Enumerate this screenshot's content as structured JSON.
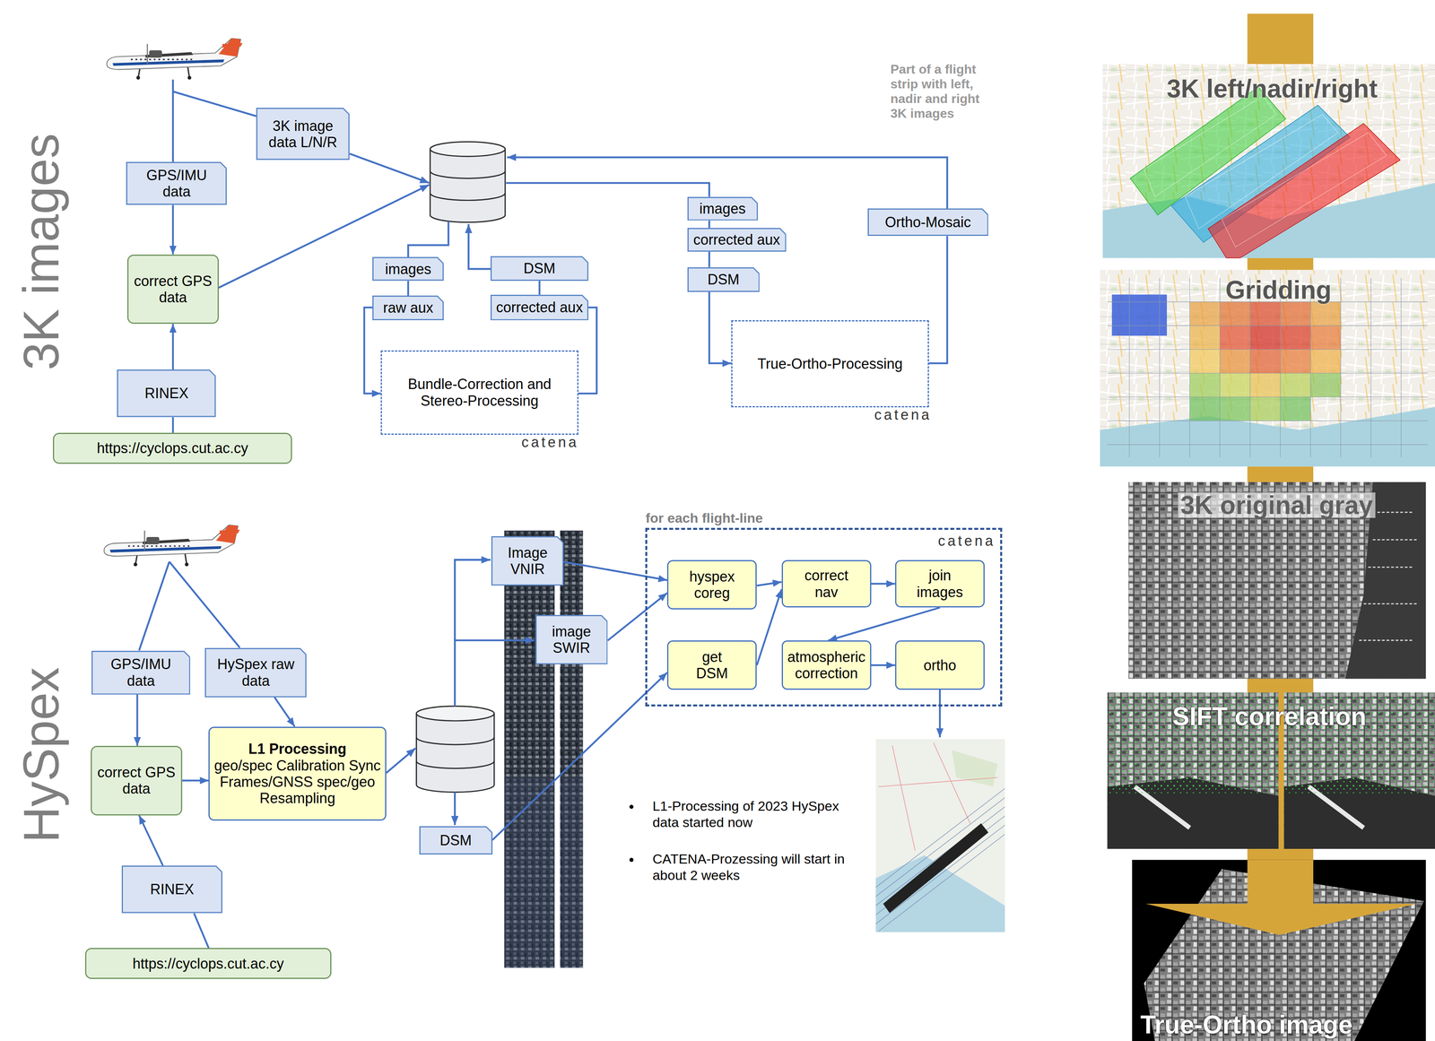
{
  "diagram": {
    "nodes": [
      {
        "text": [
          "3K image data L/N/R"
        ]
      },
      {
        "text": [
          "GPS/IMU data"
        ]
      },
      {
        "text": [
          "correct GPS data"
        ]
      },
      {
        "text": [
          "RINEX"
        ]
      },
      {
        "text": [
          "https://cyclops.cut.ac.cy"
        ]
      },
      {
        "text": [
          "images"
        ]
      },
      {
        "text": [
          "raw aux"
        ]
      },
      {
        "text": [
          "DSM"
        ]
      },
      {
        "text": [
          "corrected aux"
        ]
      },
      {
        "text": [
          "Bundle-Correction and Stereo-Processing",
          "catena"
        ]
      },
      {
        "text": [
          "images"
        ]
      },
      {
        "text": [
          "corrected aux"
        ]
      },
      {
        "text": [
          "DSM"
        ]
      },
      {
        "text": [
          "Ortho-Mosaic"
        ]
      },
      {
        "text": [
          "True-Ortho-Processing",
          "catena"
        ]
      },
      {
        "text": [
          "GPS/IMU data"
        ]
      },
      {
        "text": [
          "HySpex raw data"
        ]
      },
      {
        "text": [
          "correct GPS data"
        ]
      },
      {
        "text": [
          "L1 Processing",
          "geo/spec Calibration Sync Frames/GNSS spec/geo Resampling"
        ]
      },
      {
        "text": [
          "RINEX"
        ]
      },
      {
        "text": [
          "https://cyclops.cut.ac.cy"
        ]
      },
      {
        "text": [
          "Image VNIR"
        ]
      },
      {
        "text": [
          "image SWIR"
        ]
      },
      {
        "text": [
          "DSM"
        ]
      },
      {
        "text": [
          "for each flight-line",
          "catena"
        ]
      },
      {
        "text": [
          "hyspex coreg"
        ],
        "in": 24
      },
      {
        "text": [
          "correct nav"
        ],
        "in": 24
      },
      {
        "text": [
          "join images"
        ],
        "in": 24
      },
      {
        "text": [
          "get DSM"
        ],
        "in": 24
      },
      {
        "text": [
          "atmospheric correction"
        ],
        "in": 24
      },
      {
        "text": [
          "ortho"
        ],
        "in": 24
      }
    ],
    "edges": [
      {
        "from": 1,
        "to": 2,
        "arrow": "to"
      },
      {
        "from": 3,
        "to": 2,
        "arrow": "to"
      },
      {
        "from": 4,
        "to": 3,
        "arrow": "none"
      },
      {
        "from": 5,
        "to": 6,
        "arrow": "none"
      },
      {
        "from": 6,
        "to": 9,
        "arrow": "to"
      },
      {
        "from": 9,
        "to": 8,
        "arrow": "none"
      },
      {
        "from": 8,
        "to": 7,
        "arrow": "none"
      },
      {
        "from": 10,
        "to": 11,
        "arrow": "none"
      },
      {
        "from": 11,
        "to": 12,
        "arrow": "none"
      },
      {
        "from": 12,
        "to": 14,
        "arrow": "to"
      },
      {
        "from": 14,
        "to": 13,
        "arrow": "none"
      },
      {
        "from": 15,
        "to": 17,
        "arrow": "to"
      },
      {
        "from": 19,
        "to": 17,
        "arrow": "to"
      },
      {
        "from": 20,
        "to": 19,
        "arrow": "none"
      },
      {
        "from": 16,
        "to": 18,
        "arrow": "to"
      },
      {
        "from": 17,
        "to": 18,
        "arrow": "to"
      },
      {
        "from": 21,
        "to": 25,
        "arrow": "to"
      },
      {
        "from": 22,
        "to": 25,
        "arrow": "to"
      },
      {
        "from": 23,
        "to": 28,
        "arrow": "to"
      },
      {
        "from": 25,
        "to": 26,
        "arrow": "to"
      },
      {
        "from": 28,
        "to": 26,
        "arrow": "to"
      },
      {
        "from": 26,
        "to": 27,
        "arrow": "to"
      },
      {
        "from": 27,
        "to": 29,
        "arrow": "to"
      },
      {
        "from": 29,
        "to": 30,
        "arrow": "to"
      }
    ],
    "labels": [
      "3K images",
      "Part of a flight strip with left, nadir and right 3K images",
      "HySpex",
      "L1-Processing of 2023 HySpex data started now",
      "CATENA-Prozessing will start in about 2 weeks",
      "3K left/nadir/right",
      "Gridding",
      "3K original gray",
      "SIFT correlation",
      "True-Ortho image"
    ]
  }
}
